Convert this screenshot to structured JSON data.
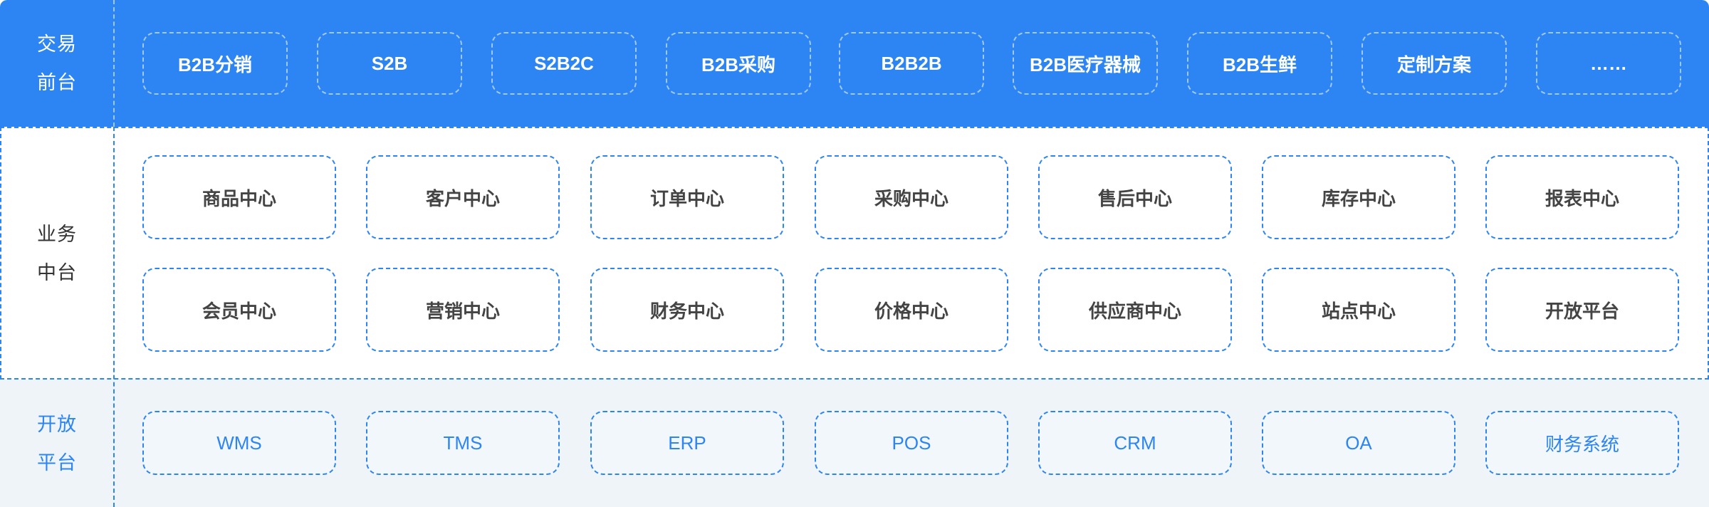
{
  "front": {
    "label_line1": "交易",
    "label_line2": "前台",
    "items": [
      "B2B分销",
      "S2B",
      "S2B2C",
      "B2B采购",
      "B2B2B",
      "B2B医疗器械",
      "B2B生鲜",
      "定制方案",
      "……"
    ]
  },
  "middle": {
    "label_line1": "业务",
    "label_line2": "中台",
    "row1": [
      "商品中心",
      "客户中心",
      "订单中心",
      "采购中心",
      "售后中心",
      "库存中心",
      "报表中心"
    ],
    "row2": [
      "会员中心",
      "营销中心",
      "财务中心",
      "价格中心",
      "供应商中心",
      "站点中心",
      "开放平台"
    ]
  },
  "open": {
    "label_line1": "开放",
    "label_line2": "平台",
    "items": [
      "WMS",
      "TMS",
      "ERP",
      "POS",
      "CRM",
      "OA",
      "财务系统"
    ]
  },
  "colors": {
    "primary": "#2d85f3",
    "open_bg": "#eff4f8",
    "text_dark": "#444444"
  }
}
